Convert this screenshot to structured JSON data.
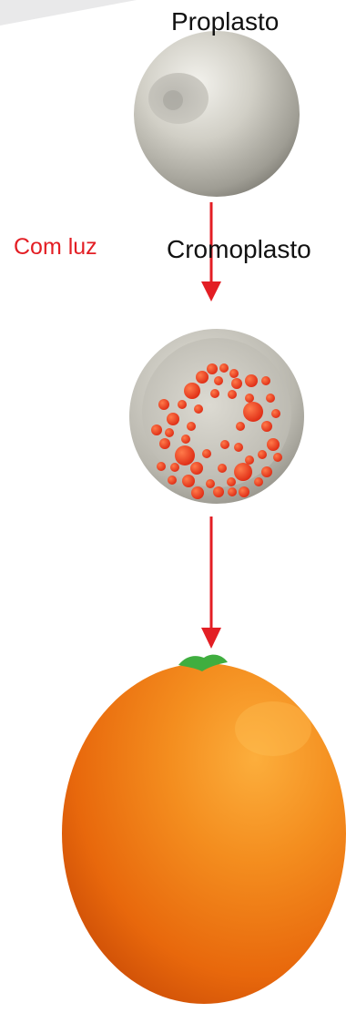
{
  "labels": {
    "proplast": "Proplasto",
    "light_condition": "Com luz",
    "chromoplast": "Cromoplasto"
  },
  "colors": {
    "label_text": "#111111",
    "condition_text": "#e31e24",
    "arrow": "#e31e24",
    "plastid_body": "#c9c7bf",
    "pigment_globules": "#ef3b1f",
    "orange_fruit": "#f07a12",
    "fruit_stem": "#3fae3f"
  },
  "stages": [
    {
      "name": "proplast",
      "description_label": "Proplasto"
    },
    {
      "name": "chromoplast",
      "description_label": "Cromoplasto"
    },
    {
      "name": "orange-fruit"
    }
  ]
}
